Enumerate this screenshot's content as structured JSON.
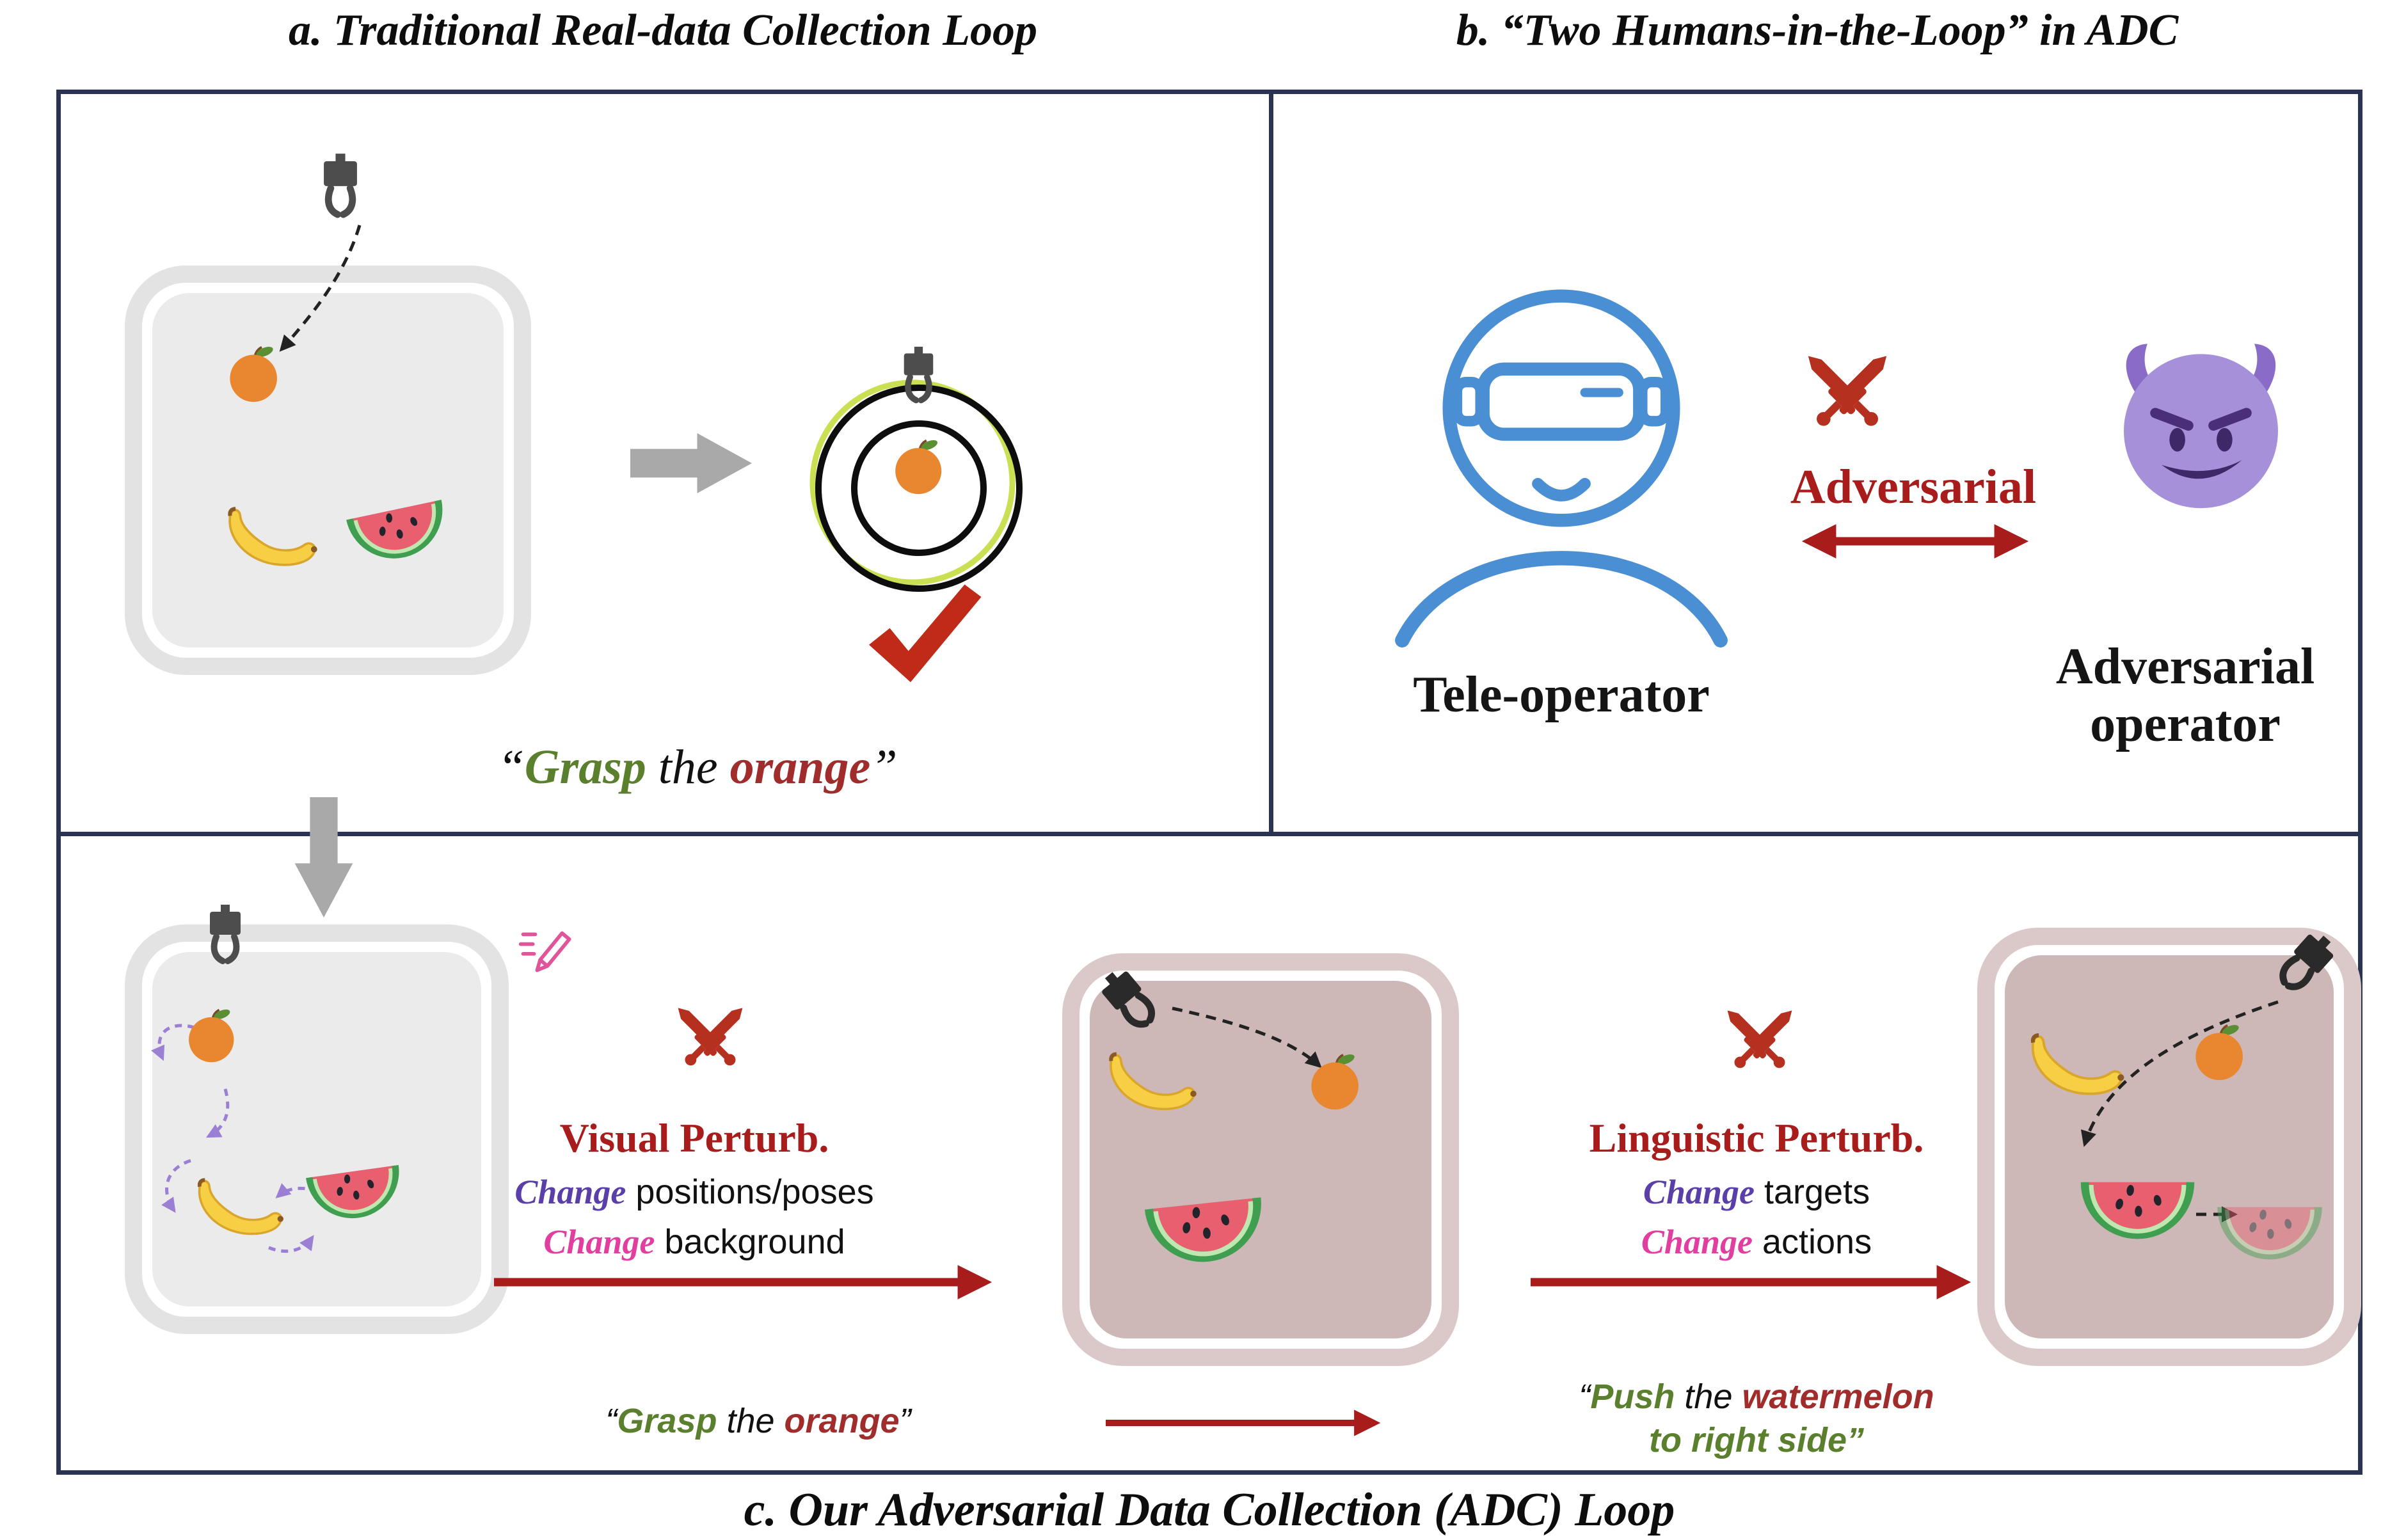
{
  "titles": {
    "panel_a": "a. Traditional Real-data Collection Loop",
    "panel_b": "b. “Two Humans-in-the-Loop” in ADC",
    "panel_c": "c. Our Adversarial Data Collection (ADC) Loop"
  },
  "panel_a": {
    "instruction": {
      "open": "“",
      "verb": "Grasp",
      "mid": " the ",
      "object": "orange",
      "close": "”"
    }
  },
  "panel_b": {
    "adversarial": "Adversarial",
    "tele_operator": "Tele-operator",
    "adversarial_operator_line1": "Adversarial",
    "adversarial_operator_line2": "operator"
  },
  "panel_c": {
    "visual": {
      "title": "Visual Perturb.",
      "line1_kw": "Change",
      "line1_rest": " positions/poses",
      "line2_kw": "Change",
      "line2_rest": " background"
    },
    "linguistic": {
      "title": "Linguistic Perturb.",
      "line1_kw": "Change",
      "line1_rest": " targets",
      "line2_kw": "Change",
      "line2_rest": " actions"
    },
    "grasp_instruction": {
      "open": "“",
      "verb": "Grasp",
      "mid": " the ",
      "object": "orange",
      "close": "”"
    },
    "push_instruction": {
      "open": "“",
      "verb": "Push",
      "mid": " the ",
      "object": "watermelon",
      "line2": "to right side”"
    }
  },
  "icons": {
    "gripper": "robot-gripper-claw",
    "orange": "orange-fruit",
    "banana": "banana-fruit",
    "watermelon": "watermelon-slice",
    "target": "grasp-success-target-circles",
    "check": "red-checkmark",
    "vr_person": "teleoperator-vr-headset-person",
    "swords": "crossed-swords-adversarial",
    "devil": "purple-devil-face",
    "pencil": "edit-pencil",
    "block_arrow": "gray-flow-arrow"
  },
  "colors": {
    "border_navy": "#2a3352",
    "dark_red": "#a81c1c",
    "green": "#5a7f2d",
    "purple_keyword": "#5b3fa8",
    "magenta_keyword": "#e23ea0",
    "operator_blue": "#4a8fd3",
    "devil_purple": "#a590d9",
    "table_gray": "#ebebeb",
    "table_mauve": "#cdb7b7"
  }
}
